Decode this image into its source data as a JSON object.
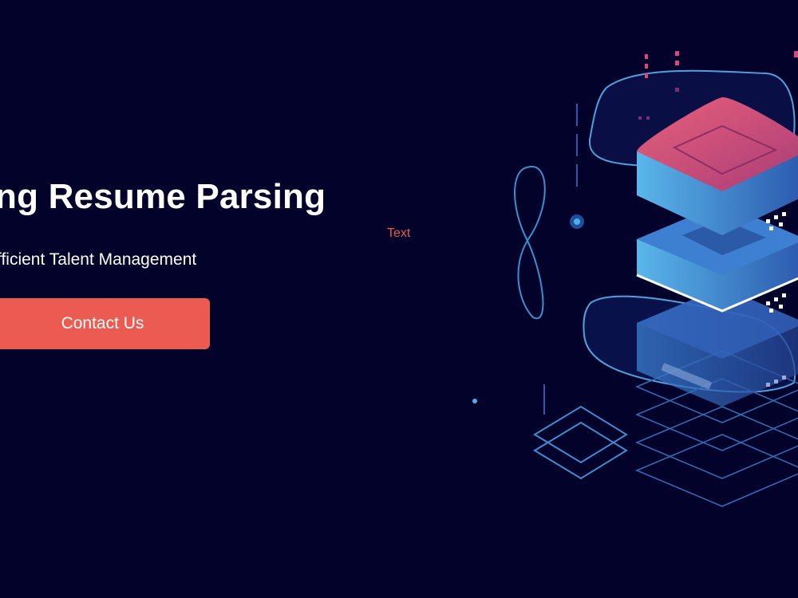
{
  "hero": {
    "headline": "ng Resume Parsing",
    "subheadline": "fficient Talent Management",
    "placeholder_text": "Text",
    "cta_label": "Contact Us"
  },
  "illustration": {
    "icon": "server-stack-illustration",
    "colors": {
      "background": "#03022b",
      "accent": "#ec5b51",
      "top_gradient_start": "#e25a6e",
      "top_gradient_end": "#b23f73",
      "block_blue_light": "#4fa8e0",
      "block_blue_dark": "#2a5fb0",
      "outline": "#3f9fdc"
    }
  }
}
